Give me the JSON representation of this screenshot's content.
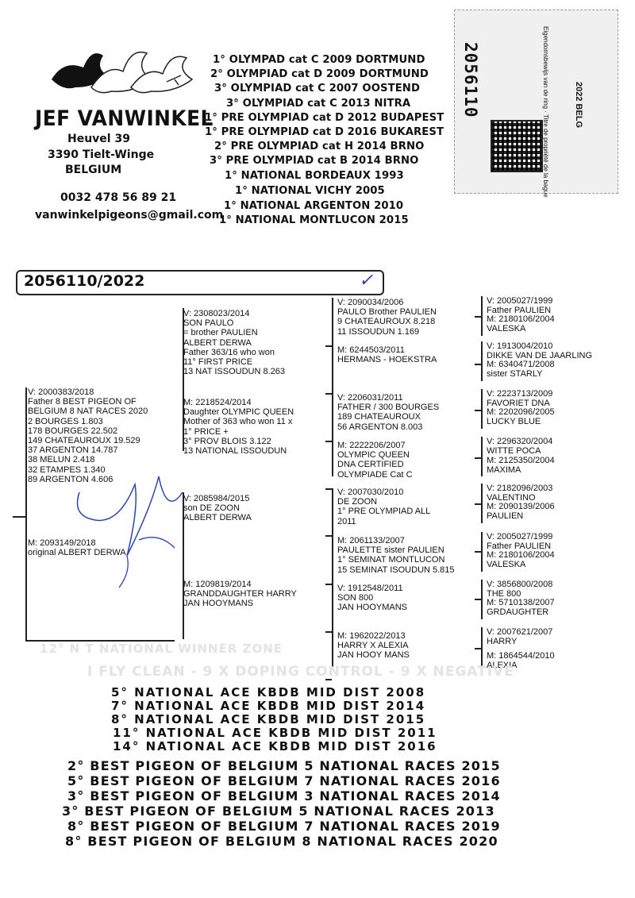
{
  "breeder": {
    "name": "JEF VANWINKEL",
    "street": "Heuvel 39",
    "city": "3390 Tielt-Winge",
    "country": "BELGIUM",
    "phone": "0032 478 56 89 21",
    "email": "vanwinkelpigeons@gmail.com"
  },
  "headline_results": [
    "1° OLYMPAD cat C 2009 DORTMUND",
    "2° OLYMPIAD cat D 2009 DORTMUND",
    "3° OLYMPIAD cat C 2007 OOSTEND",
    "3° OLYMPIAD cat C 2013 NITRA",
    "1° PRE OLYMPIAD cat D 2012 BUDAPEST",
    "1° PRE OLYMPIAD cat D 2016 BUKAREST",
    "2° PRE OLYMPIAD cat H 2014 BRNO",
    "3° PRE OLYMPIAD cat B 2014 BRNO",
    "1° NATIONAL BORDEAUX 1993",
    "1° NATIONAL VICHY 2005",
    "1° NATIONAL ARGENTON 2010",
    "1° NATIONAL MONTLUCON 2015"
  ],
  "ring_stamp": {
    "number": "2056110",
    "year": "2022",
    "country": "BELG",
    "text": "Eigendomsbewijs van de ring · Titre de propriété de la bague"
  },
  "ring_banner": "2056110/2022",
  "pedigree": {
    "subject": {
      "sire": [
        "V: 2000383/2018",
        "Father  8 BEST PIGEON OF",
        "BELGIUM 8 NAT RACES 2020",
        "2 BOURGES 1.803",
        " 178 BOURGES 22.502",
        "149 CHATEAUROUX 19.529",
        "37 ARGENTON 14.787",
        "38 MELUN 2.418",
        "32 ETAMPES 1.340",
        "89 ARGENTON 4.606"
      ],
      "dam": [
        "M: 2093149/2018",
        "original ALBERT DERWA"
      ]
    },
    "gen2": {
      "ss": [
        "V: 2308023/2014",
        "SON PAULO",
        "= brother PAULIEN",
        "ALBERT DERWA",
        "Father 363/16 who won",
        "11° FIRST PRICE",
        "13 NAT ISSOUDUN 8.263"
      ],
      "sd": [
        "M: 2218524/2014",
        "Daughter OLYMPIC QUEEN",
        "Mother of 363 who won 11 x",
        "1° PRICE +",
        "3° PROV BLOIS 3.122",
        "13 NATIONAL ISSOUDUN"
      ],
      "ds": [
        "V: 2085984/2015",
        "son DE ZOON",
        "ALBERT DERWA"
      ],
      "dd": [
        "M: 1209819/2014",
        "GRANDDAUGHTER HARRY",
        "JAN HOOYMANS"
      ]
    },
    "gen3": [
      [
        "V: 2090034/2006",
        "PAULO Brother PAULIEN",
        "9 CHATEAUROUX 8.218",
        "11 ISSOUDUN 1.169"
      ],
      [
        "M: 6244503/2011",
        "HERMANS - HOEKSTRA"
      ],
      [
        "V: 2206031/2011",
        "FATHER / 300 BOURGES",
        "189 CHATEAUROUX",
        "56 ARGENTON 8.003"
      ],
      [
        "M: 2222206/2007",
        "OLYMPIC QUEEN",
        "DNA CERTIFIED",
        "OLYMPIADE Cat C"
      ],
      [
        "V: 2007030/2010",
        "DE ZOON",
        "1° PRE OLYMPIAD ALL",
        "2011"
      ],
      [
        "M: 2061133/2007",
        "PAULETTE  sister PAULIEN",
        "1° SEMINAT MONTLUCON",
        "15 SEMINAT ISOUDUN 5.815"
      ],
      [
        "V: 1912548/2011",
        "SON 800",
        "JAN HOOYMANS"
      ],
      [
        "M: 1962022/2013",
        "HARRY X ALEXIA",
        "JAN HOOY MANS"
      ]
    ],
    "gen4": [
      [
        "V: 2005027/1999",
        "Father PAULIEN"
      ],
      [
        "M: 2180106/2004",
        "VALESKA"
      ],
      [
        "V: 1913004/2010",
        "DIKKE VAN DE JAARLING"
      ],
      [
        "M: 6340471/2008",
        "sister STARLY"
      ],
      [
        "V: 2223713/2009",
        "FAVORIET DNA"
      ],
      [
        "M: 2202096/2005",
        "LUCKY BLUE"
      ],
      [
        "V: 2296320/2004",
        "WITTE POCA"
      ],
      [
        "M: 2125350/2004",
        "MAXIMA"
      ],
      [
        "V: 2182096/2003",
        "VALENTINO"
      ],
      [
        "M: 2090139/2006",
        "PAULIEN"
      ],
      [
        "V: 2005027/1999",
        "Father PAULIEN"
      ],
      [
        "M: 2180106/2004",
        "VALESKA"
      ],
      [
        "V: 3856800/2008",
        "THE 800"
      ],
      [
        "M: 5710138/2007",
        "GRDAUGHTER"
      ],
      [
        "V: 2007621/2007",
        "HARRY"
      ],
      [
        "M: 1864544/2010",
        "ALEXIA"
      ]
    ]
  },
  "faded_lines": [
    "12° N T  NATIONAL  WINNER ZONE",
    "I FLY CLEAN - 9 X DOPING CONTROL - 9 X NEGATIVE"
  ],
  "ace_results": [
    "5° NATIONAL ACE KBDB MID DIST 2008",
    "7° NATIONAL ACE KBDB MID DIST 2014",
    "8° NATIONAL ACE KBDB MID DIST 2015",
    "11° NATIONAL ACE KBDB MID DIST 2011",
    "14° NATIONAL ACE KBDB MID DIST 2016"
  ],
  "best_pigeon_results": [
    "2° BEST PIGEON OF BELGIUM 5 NATIONAL RACES 2015",
    "5° BEST PIGEON OF BELGIUM 7 NATIONAL RACES 2016",
    "3° BEST PIGEON OF BELGIUM 3 NATIONAL RACES 2014",
    "3° BEST PIGEON OF BELGIUM 5 NATIONAL RACES 2013",
    "8° BEST PIGEON OF BELGIUM 7 NATIONAL RACES 2019",
    "8° BEST PIGEON OF BELGIUM 8 NATIONAL RACES 2020"
  ]
}
